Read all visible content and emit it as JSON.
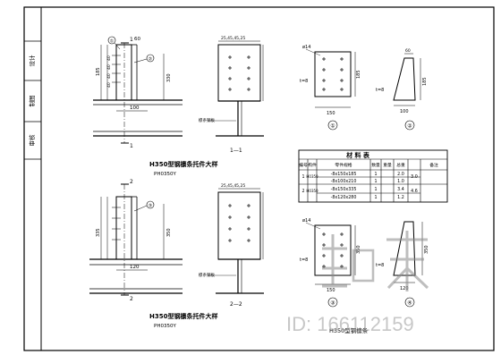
{
  "title_block": {
    "cells": [
      "设计",
      "制图",
      "审核"
    ]
  },
  "detail_top": {
    "title": "H350型钢檩条托件大样",
    "subtitle": "PH0350Y",
    "markers": [
      "1",
      "1"
    ],
    "callouts": [
      "①",
      "②"
    ],
    "dims": {
      "top": "60",
      "left_total": "185",
      "left_parts": [
        "40",
        "40",
        "40",
        "40"
      ],
      "right": "330",
      "bottom": "100"
    }
  },
  "section_top": {
    "label": "1—1",
    "top_dims": "25,45,45,25",
    "note": "檩条钢板"
  },
  "detail_bottom": {
    "title": "H350型钢檩条托件大样",
    "subtitle": "PH0350Y",
    "markers": [
      "2",
      "2"
    ],
    "callouts": [
      "③"
    ],
    "dims": {
      "left_total": "335",
      "right": "350",
      "bottom": "120"
    }
  },
  "section_bottom": {
    "label": "2—2",
    "top_dims": "25,45,45,25",
    "note": "檩条钢板"
  },
  "plate_1": {
    "label": "①",
    "hole": "ø14",
    "thk": "t=8",
    "bottom": "150",
    "right": "185"
  },
  "plate_2": {
    "label": "②",
    "thk": "t=8",
    "bottom": "100",
    "right": "185",
    "top": "60"
  },
  "plate_3": {
    "label": "③",
    "hole": "ø14",
    "thk": "t=8",
    "bottom": "150",
    "right": "350"
  },
  "plate_4": {
    "label": "④",
    "thk": "t=8",
    "bottom": "120",
    "right": "350"
  },
  "material_table": {
    "title": "材  料  表",
    "headers": [
      "编号",
      "构件",
      "零件规格",
      "数量",
      "重量",
      "总重",
      "备注"
    ],
    "rows": [
      [
        "1",
        "H0350",
        "-8x150x185",
        "1",
        "2.0",
        "3.0",
        ""
      ],
      [
        "",
        "",
        "-8x100x210",
        "1",
        "1.0",
        "",
        ""
      ],
      [
        "2",
        "H0350",
        "-8x150x335",
        "1",
        "3.4",
        "4.6",
        ""
      ],
      [
        "",
        "",
        "-8x120x280",
        "1",
        "1.2",
        "",
        ""
      ]
    ]
  },
  "footer_caption": "H350型钢檩条",
  "watermark": {
    "logo_text": "知末",
    "id_text": "ID: 166112159"
  }
}
